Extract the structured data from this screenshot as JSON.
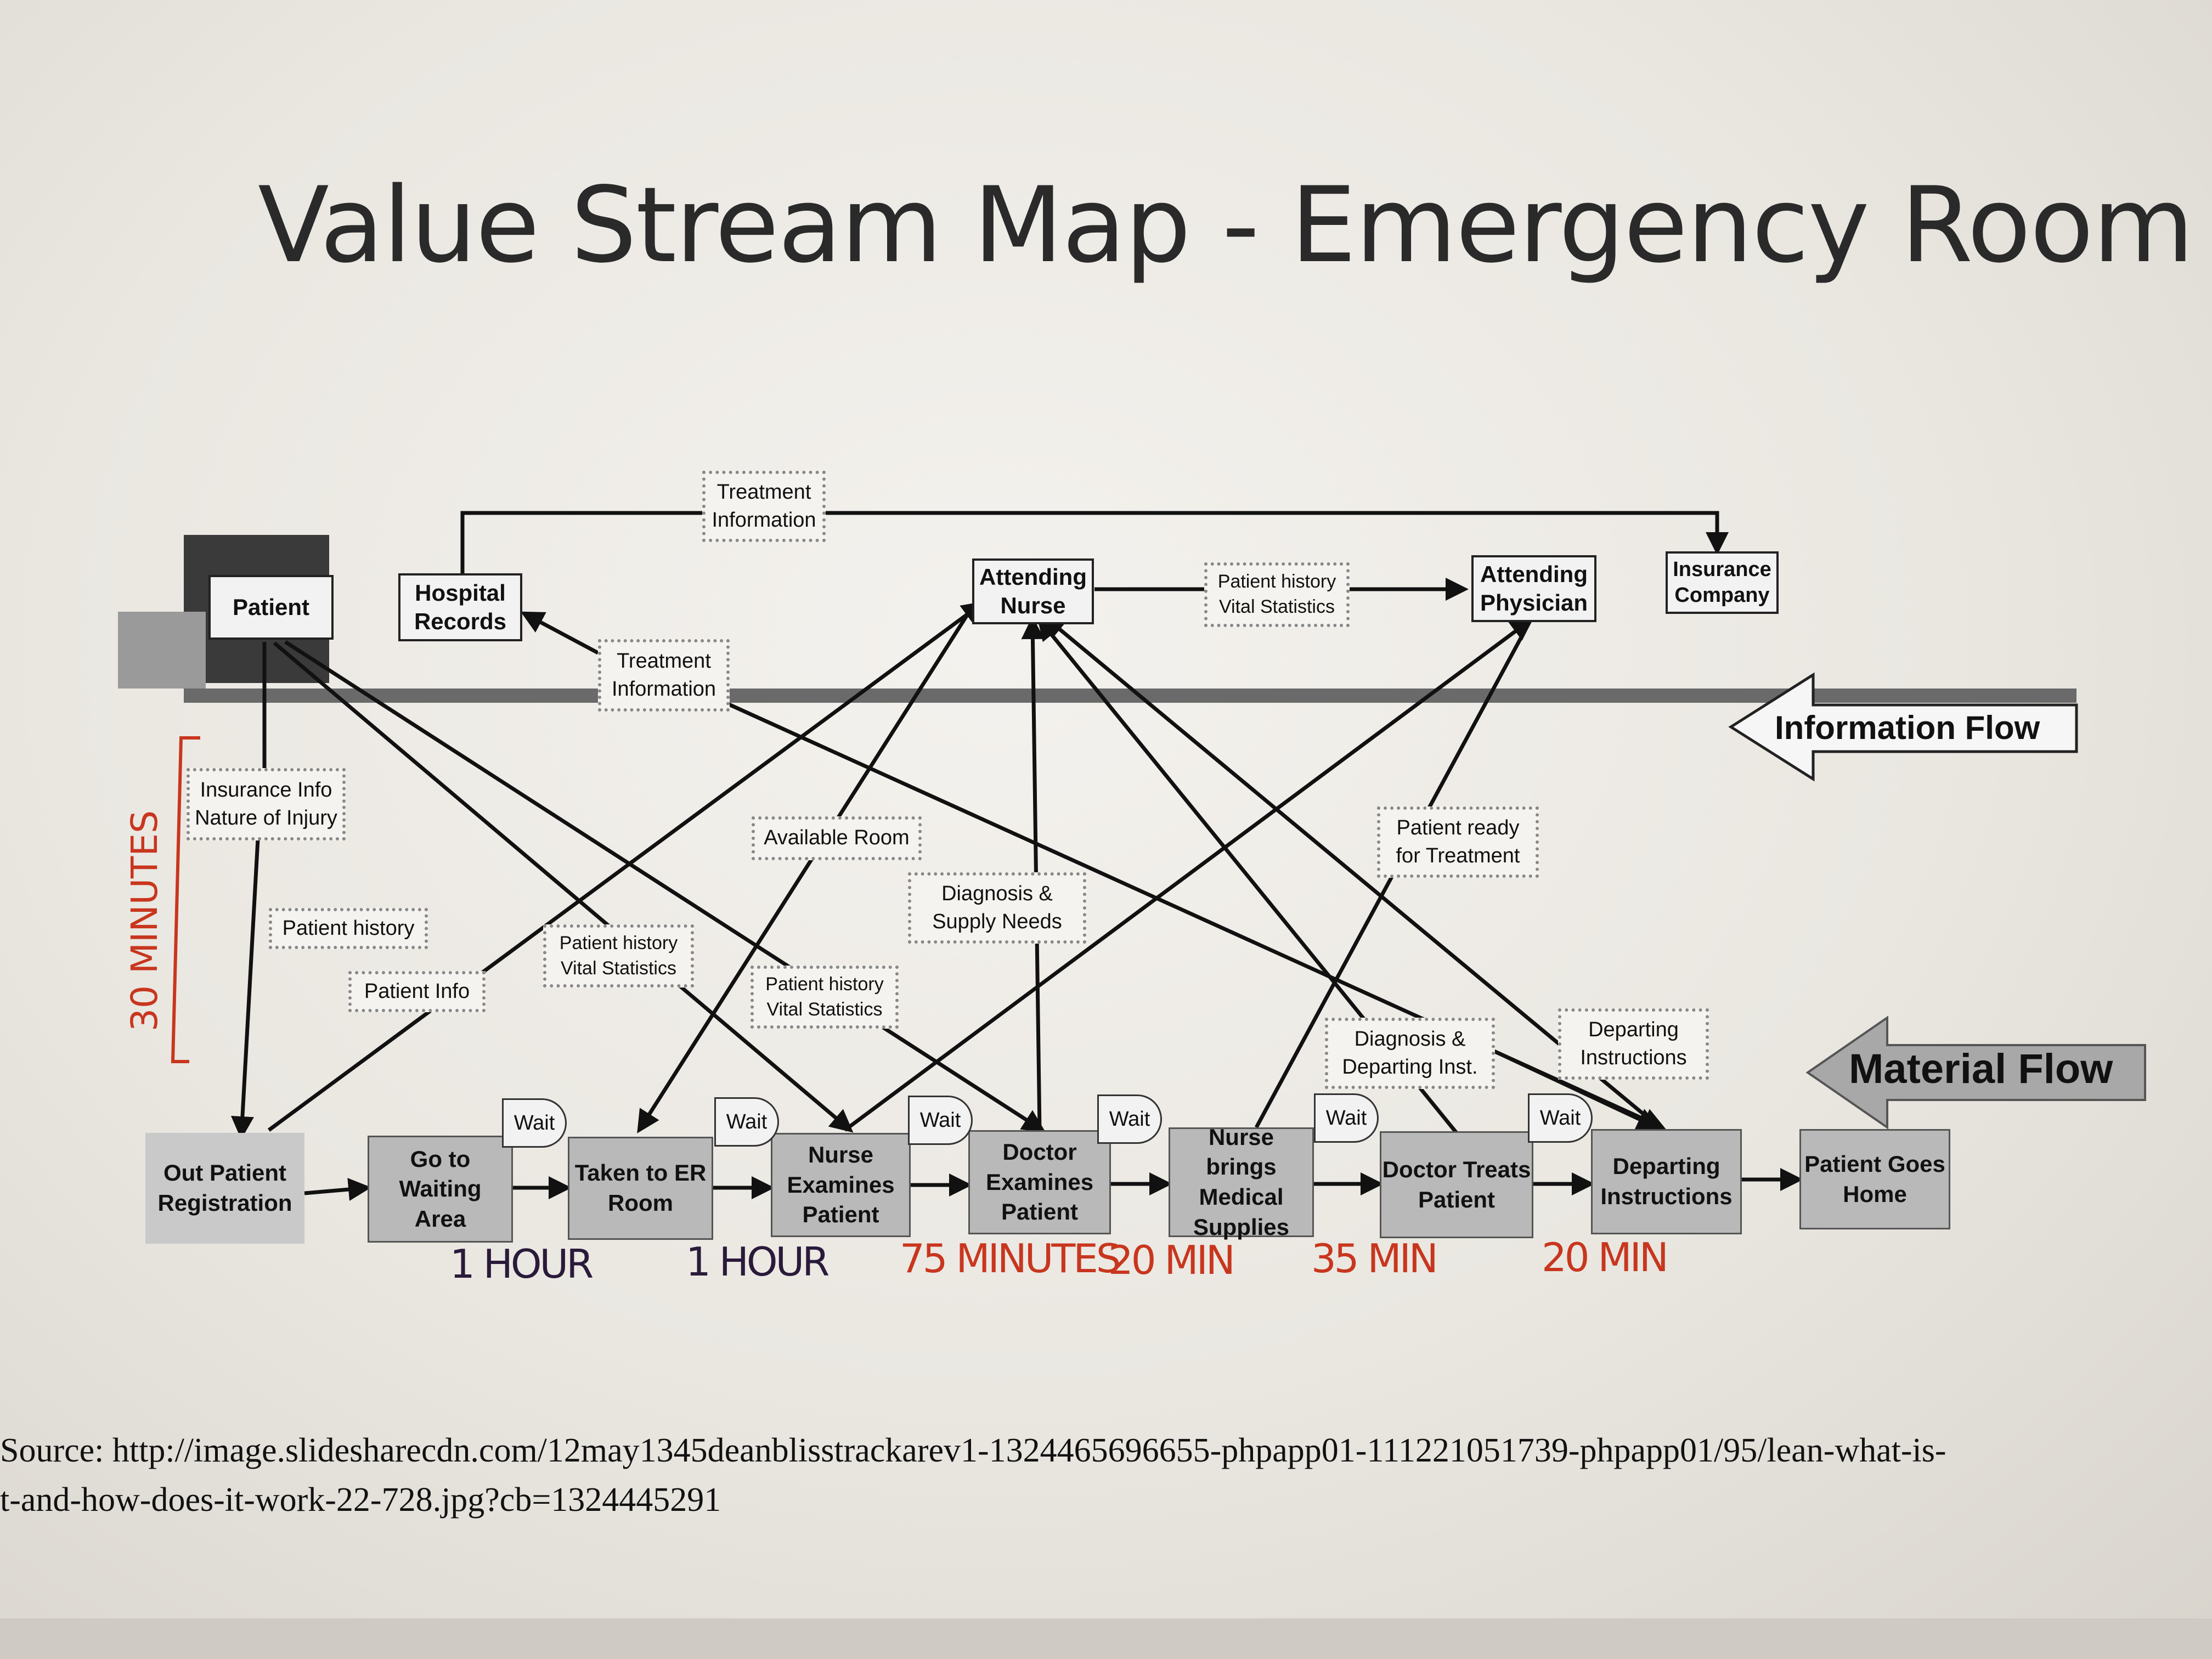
{
  "title": "Value Stream Map - Emergency Room",
  "info_nodes": {
    "patient": "Patient",
    "hospital_records": "Hospital\nRecords",
    "attending_nurse": "Attending\nNurse",
    "attending_physician": "Attending\nPhysician",
    "insurance_company": "Insurance\nCompany"
  },
  "info_labels": {
    "treatment_info_top": "Treatment\nInformation",
    "treatment_info_mid": "Treatment\nInformation",
    "nurse_to_physician": "Patient history\nVital Statistics",
    "insurance_nature": "Insurance Info\nNature of Injury",
    "patient_history": "Patient history",
    "patient_info": "Patient Info",
    "history_vitals_1": "Patient history\nVital Statistics",
    "history_vitals_2": "Patient history\nVital Statistics",
    "available_room": "Available Room",
    "diagnosis_supply": "Diagnosis &\nSupply Needs",
    "patient_ready": "Patient ready\nfor Treatment",
    "diagnosis_departing": "Diagnosis &\nDeparting Inst.",
    "departing_instructions": "Departing\nInstructions"
  },
  "flow_labels": {
    "information": "Information Flow",
    "material": "Material  Flow"
  },
  "process_steps": [
    "Out Patient\nRegistration",
    "Go to\nWaiting\nArea",
    "Taken to ER\nRoom",
    "Nurse\nExamines\nPatient",
    "Doctor\nExamines\nPatient",
    "Nurse brings\nMedical\nSupplies",
    "Doctor Treats\nPatient",
    "Departing\nInstructions",
    "Patient Goes\nHome"
  ],
  "wait_label": "Wait",
  "handwritten_times": [
    "1 HOUR",
    "1 HOUR",
    "75 MINUTES",
    "20 MIN",
    "35 MIN",
    "20 MIN"
  ],
  "handwritten_registration": "30 MINUTES",
  "colors": {
    "handwriting_red": "#c8361e",
    "process_fill": "#b9b9b9",
    "arrow": "#111111"
  },
  "source": "Source: http://image.slidesharecdn.com/12may1345deanblisstrackarev1-1324465696655-phpapp01-111221051739-phpapp01/95/lean-what-is-\nt-and-how-does-it-work-22-728.jpg?cb=1324445291"
}
